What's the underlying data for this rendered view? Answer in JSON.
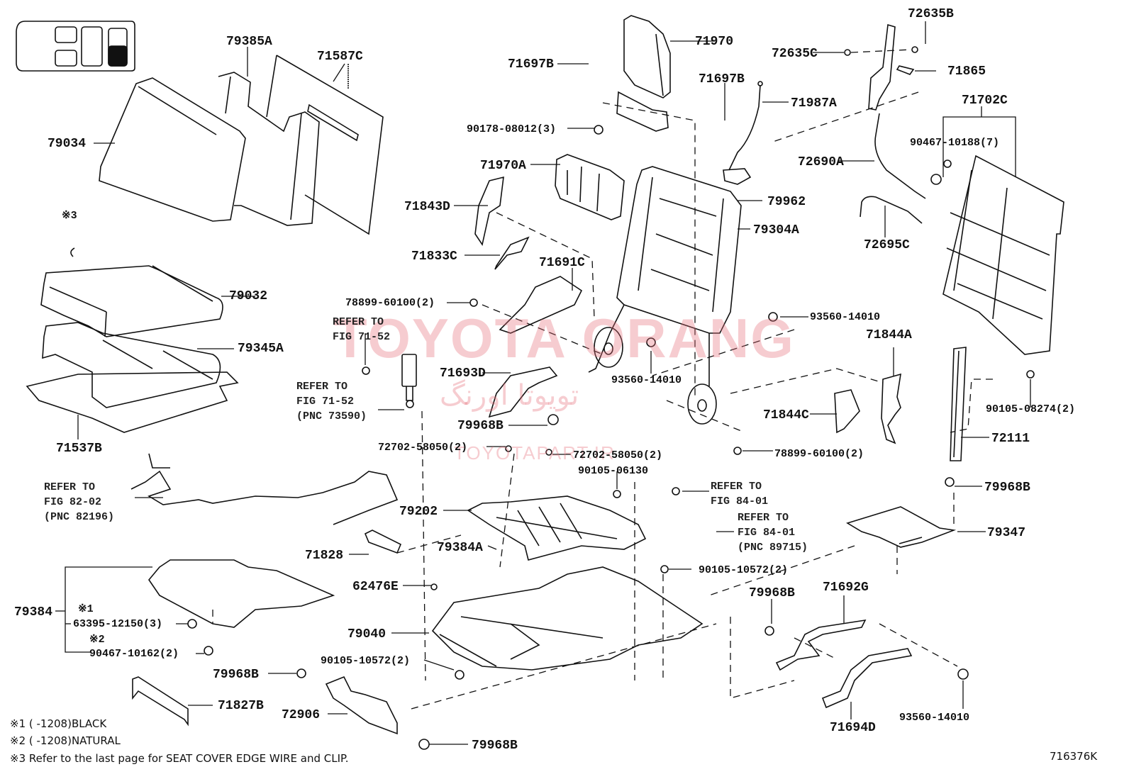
{
  "figure_code": "716376K",
  "locator_icon": {
    "name": "vehicle-seat-locator",
    "highlighted_row": "third-row"
  },
  "watermarks": {
    "main": "TOYOTA ORANG",
    "persian": "تویوتا اورنگ",
    "site": "TOYOTAPART.IR"
  },
  "parts": [
    {
      "id": "79385A"
    },
    {
      "id": "71587C"
    },
    {
      "id": "79034"
    },
    {
      "id": "79032"
    },
    {
      "id": "79345A"
    },
    {
      "id": "71537B"
    },
    {
      "id": "71970"
    },
    {
      "id": "71697B_1",
      "label": "71697B"
    },
    {
      "id": "71697B_2",
      "label": "71697B"
    },
    {
      "id": "90178-08012(3)"
    },
    {
      "id": "71970A"
    },
    {
      "id": "71843D"
    },
    {
      "id": "71833C"
    },
    {
      "id": "71691C"
    },
    {
      "id": "78899-60100(2)_1",
      "label": "78899-60100(2)"
    },
    {
      "id": "71987A"
    },
    {
      "id": "79962"
    },
    {
      "id": "79304A"
    },
    {
      "id": "72635B"
    },
    {
      "id": "72635C"
    },
    {
      "id": "71865"
    },
    {
      "id": "71702C"
    },
    {
      "id": "90467-10188(7)"
    },
    {
      "id": "72690A"
    },
    {
      "id": "72695C"
    },
    {
      "id": "93560-14010_1",
      "label": "93560-14010"
    },
    {
      "id": "93560-14010_2",
      "label": "93560-14010"
    },
    {
      "id": "71844A"
    },
    {
      "id": "71844C"
    },
    {
      "id": "90105-08274(2)"
    },
    {
      "id": "72111"
    },
    {
      "id": "78899-60100(2)_2",
      "label": "78899-60100(2)"
    },
    {
      "id": "71693D"
    },
    {
      "id": "79968B_1",
      "label": "79968B"
    },
    {
      "id": "72702-58050(2)_1",
      "label": "72702-58050(2)"
    },
    {
      "id": "72702-58050(2)_2",
      "label": "72702-58050(2)"
    },
    {
      "id": "90105-06130"
    },
    {
      "id": "79202"
    },
    {
      "id": "71828"
    },
    {
      "id": "79384A"
    },
    {
      "id": "62476E"
    },
    {
      "id": "79040"
    },
    {
      "id": "90105-10572(2)_1",
      "label": "90105-10572(2)"
    },
    {
      "id": "90105-10572(2)_2",
      "label": "90105-10572(2)"
    },
    {
      "id": "79384"
    },
    {
      "id": "63395-12150(3)"
    },
    {
      "id": "90467-10162(2)"
    },
    {
      "id": "79968B_2",
      "label": "79968B"
    },
    {
      "id": "71827B"
    },
    {
      "id": "72906"
    },
    {
      "id": "79968B_3",
      "label": "79968B"
    },
    {
      "id": "79968B_4",
      "label": "79968B"
    },
    {
      "id": "79968B_5",
      "label": "79968B"
    },
    {
      "id": "79347"
    },
    {
      "id": "71692G"
    },
    {
      "id": "71694D"
    },
    {
      "id": "93560-14010_3",
      "label": "93560-14010"
    }
  ],
  "labels": {
    "p79385A": "79385A",
    "p71587C": "71587C",
    "p79034": "79034",
    "p79032": "79032",
    "p79345A": "79345A",
    "p71537B": "71537B",
    "p71970": "71970",
    "p71697B_1": "71697B",
    "p71697B_2": "71697B",
    "p90178": "90178-08012(3)",
    "p71970A": "71970A",
    "p71843D": "71843D",
    "p71833C": "71833C",
    "p71691C": "71691C",
    "p78899_1": "78899-60100(2)",
    "p71987A": "71987A",
    "p79962": "79962",
    "p79304A": "79304A",
    "p72635B": "72635B",
    "p72635C": "72635C",
    "p71865": "71865",
    "p71702C": "71702C",
    "p90467_10188": "90467-10188(7)",
    "p72690A": "72690A",
    "p72695C": "72695C",
    "p93560_1": "93560-14010",
    "p93560_2": "93560-14010",
    "p71844A": "71844A",
    "p71844C": "71844C",
    "p90105_08274": "90105-08274(2)",
    "p72111": "72111",
    "p78899_2": "78899-60100(2)",
    "p71693D": "71693D",
    "p79968B_1": "79968B",
    "p72702_1": "72702-58050(2)",
    "p72702_2": "72702-58050(2)",
    "p90105_06130": "90105-06130",
    "p79202": "79202",
    "p71828": "71828",
    "p79384A": "79384A",
    "p62476E": "62476E",
    "p79040": "79040",
    "p90105_10572_1": "90105-10572(2)",
    "p90105_10572_2": "90105-10572(2)",
    "p79384": "79384",
    "p63395": "63395-12150(3)",
    "p90467_10162": "90467-10162(2)",
    "p79968B_2": "79968B",
    "p71827B": "71827B",
    "p72906": "72906",
    "p79968B_3": "79968B",
    "p79968B_4": "79968B",
    "p79968B_5": "79968B",
    "p79347": "79347",
    "p71692G": "71692G",
    "p71694D": "71694D",
    "p93560_3": "93560-14010",
    "mark1": "※1",
    "mark2": "※2",
    "mark3": "※3"
  },
  "references": {
    "ref_71_52_a": "REFER TO\nFIG 71-52",
    "ref_71_52_b": "REFER TO\nFIG 71-52\n(PNC 73590)",
    "ref_82_02": "REFER TO\nFIG 82-02\n(PNC 82196)",
    "ref_84_01_a": "REFER TO\nFIG 84-01",
    "ref_84_01_b": "REFER TO\nFIG 84-01\n(PNC 89715)"
  },
  "footnotes": [
    "※1 (      -1208)BLACK",
    "※2 (      -1208)NATURAL",
    "※3 Refer to the last page for SEAT COVER EDGE WIRE and CLIP."
  ]
}
